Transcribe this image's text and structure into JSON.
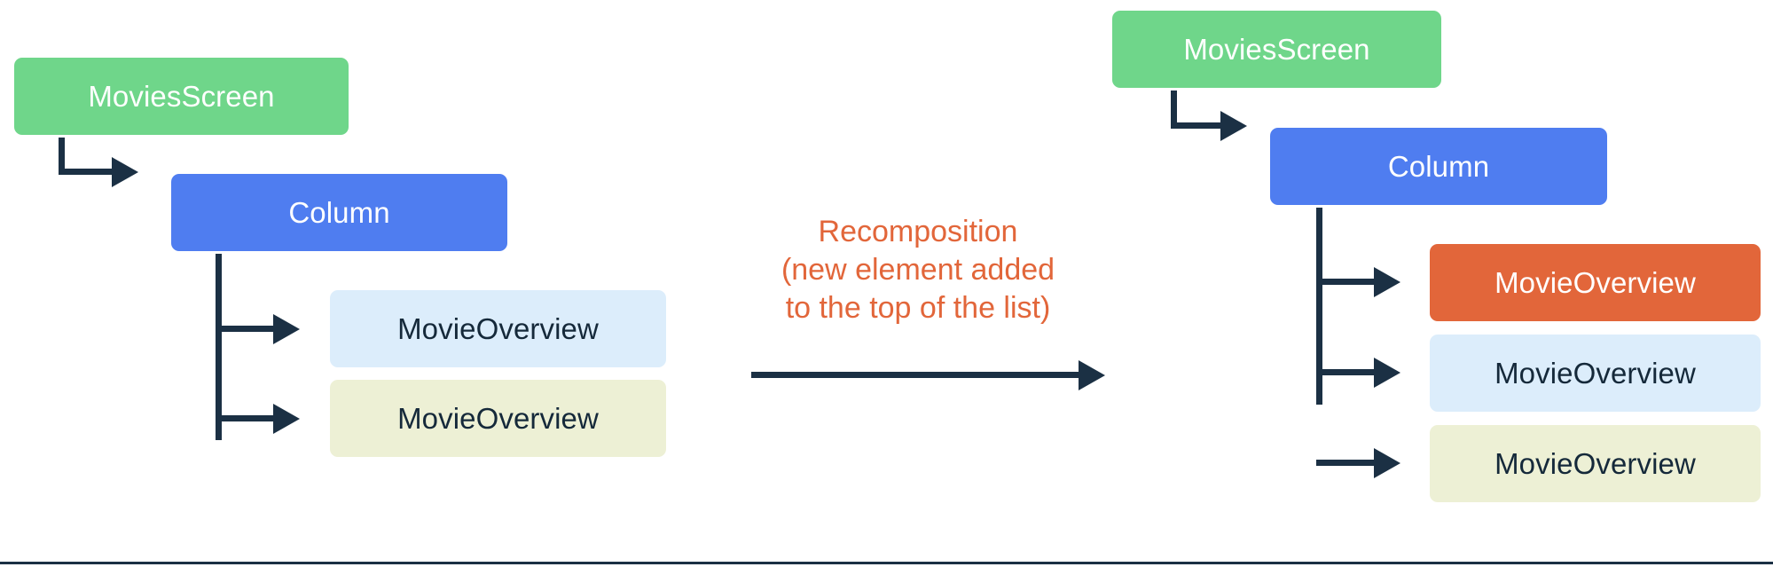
{
  "colors": {
    "green": "#6fd68a",
    "blue": "#4f7df0",
    "orange": "#e2663a",
    "light_blue": "#dcedfb",
    "cream": "#edf0d5",
    "connector": "#1b3044",
    "caption_text": "#e2663a",
    "background": "#ffffff"
  },
  "left_tree": {
    "root": {
      "label": "MoviesScreen",
      "color": "green"
    },
    "column": {
      "label": "Column",
      "color": "blue"
    },
    "children": [
      {
        "label": "MovieOverview",
        "color": "light_blue"
      },
      {
        "label": "MovieOverview",
        "color": "cream"
      }
    ]
  },
  "transition": {
    "caption_lines": [
      "Recomposition",
      "(new element added",
      "to the top of the list)"
    ],
    "arrow": "right-arrow"
  },
  "right_tree": {
    "root": {
      "label": "MoviesScreen",
      "color": "green"
    },
    "column": {
      "label": "Column",
      "color": "blue"
    },
    "children": [
      {
        "label": "MovieOverview",
        "color": "orange"
      },
      {
        "label": "MovieOverview",
        "color": "light_blue"
      },
      {
        "label": "MovieOverview",
        "color": "cream"
      }
    ]
  }
}
